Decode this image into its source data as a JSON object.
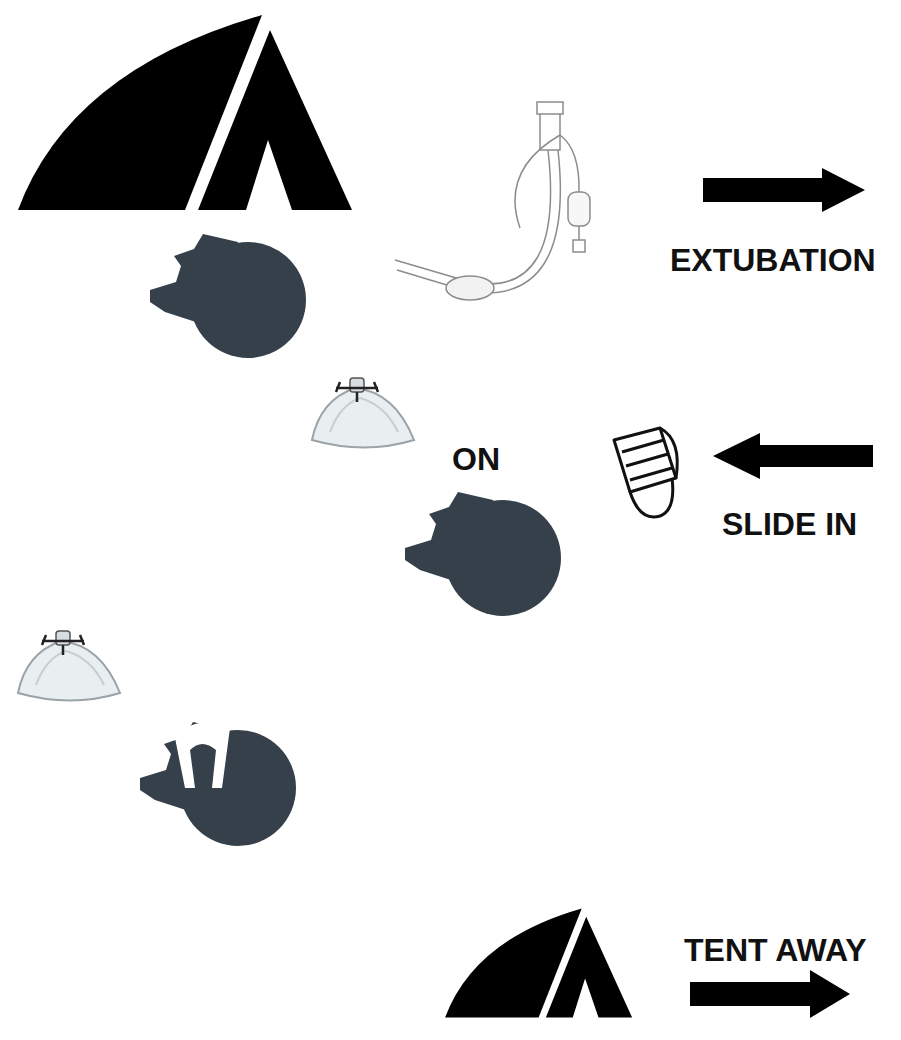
{
  "diagram": {
    "labels": [
      "EXTUBATION",
      "ON",
      "SLIDE IN",
      "TENT AWAY"
    ]
  }
}
